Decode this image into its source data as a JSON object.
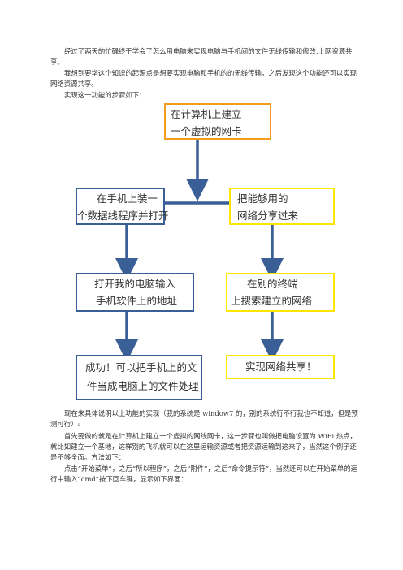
{
  "paragraphs": {
    "p1": "经过了两天的忙碌终于学会了怎么用电脑来实现电脑与手机间的文件无线传输和修改,上网资源共享。",
    "p2": "我想到要学这个知识的起源点是想要实现电脑和手机的的无线传输，之后发现这个功能还可以实现网络资源共享。",
    "p3": "实现这一功能的步骤如下：",
    "p4": "现在来具体说明以上功能的实现（我的系统是 window7 的，别的系统行不行我也不知道，但是预测可行）:",
    "p5": "首先要做的就是在计算机上建立一个虚拟的网线网卡，这一步骤也叫做把电脑设置为 WiFi 热点，就比如建立一个基地，这样别的飞机就可以在这里运输资源或者把资源运输到这来了，当然这个例子还是不够全面。方法如下：",
    "p6": "点击“开始菜单”，之后“所以程序”，之后“附件”，之后“命令提示符”，当然还可以在开始菜单的运行中输入“cmd”按下回车键，显示如下界面："
  },
  "flowchart": {
    "top": {
      "line1": "在计算机上建立",
      "line2": "一个虚拟的网卡"
    },
    "left1": {
      "line1": "在手机上装一",
      "line2": "个数据线程序并打开"
    },
    "right1": {
      "line1": "把能够用的",
      "line2": "网络分享过来"
    },
    "left2": {
      "line1": "打开我的电脑输入",
      "line2": "手机软件上的地址"
    },
    "right2": {
      "line1": "在别的终端",
      "line2": "上搜索建立的网络"
    },
    "left3": {
      "line1": "成功！可以把手机上的文",
      "line2": "件当成电脑上的文件处理"
    },
    "right3": {
      "line1": "实现网络共享！"
    }
  },
  "colors": {
    "orange": "#f39b1f",
    "blue": "#3a5f96",
    "yellow": "#ffe600",
    "arrow": "#3a5f96"
  }
}
